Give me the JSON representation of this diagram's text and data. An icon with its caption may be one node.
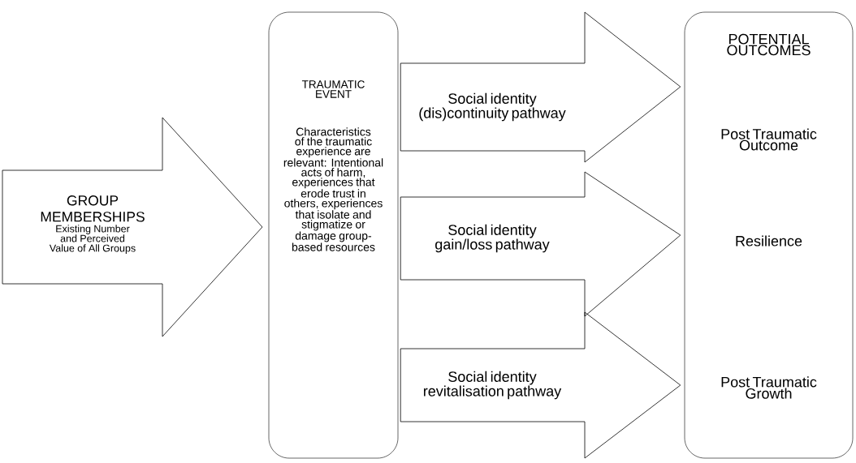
{
  "diagram": {
    "nodes": [
      {
        "text": [
          "GROUP MEMBERSHIPS",
          "Existing Number and Perceived Value of All Groups"
        ]
      },
      {
        "text": [
          "TRAUMATIC EVENT",
          "Characteristics of the traumatic experience are relevant: Intentional acts of harm, experiences that erode trust in others, experiences that isolate and stigmatize or damage group-based resources"
        ]
      },
      {
        "text": [
          "POTENTIAL OUTCOMES",
          "Post Traumatic Outcome",
          "Resilience",
          "Post Traumatic Growth"
        ]
      }
    ],
    "edges": [
      {
        "from": 1,
        "to": 2,
        "arrow": "to",
        "label": "Social identity (dis)continuity pathway"
      },
      {
        "from": 1,
        "to": 2,
        "arrow": "to",
        "label": "Social identity gain/loss pathway"
      },
      {
        "from": 1,
        "to": 2,
        "arrow": "to",
        "label": "Social identity revitalisation pathway"
      }
    ]
  }
}
